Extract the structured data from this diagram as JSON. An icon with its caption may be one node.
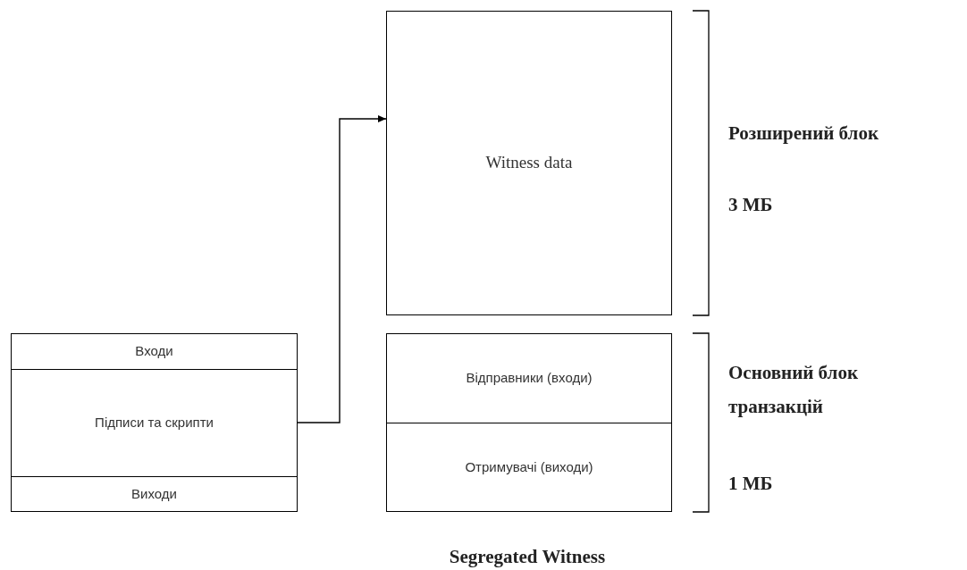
{
  "diagram": {
    "caption": "Segregated Witness",
    "nodes": [
      {
        "text": [],
        "shape": "box"
      },
      {
        "text": [
          "Входи"
        ],
        "in": 0
      },
      {
        "text": [
          "Підписи та скрипти"
        ],
        "in": 0
      },
      {
        "text": [
          "Виходи"
        ],
        "in": 0
      },
      {
        "text": [
          "Witness data"
        ]
      },
      {
        "text": [],
        "shape": "box"
      },
      {
        "text": [
          "Відправники (входи)"
        ],
        "in": 5
      },
      {
        "text": [
          "Отримувачі (виходи)"
        ],
        "in": 5
      }
    ],
    "edges": [
      {
        "from": 2,
        "to": 4,
        "arrow": "to"
      }
    ],
    "labels": [
      "Розширений блок",
      "3 МБ",
      "Основний блок транзакцій",
      "1 МБ"
    ]
  }
}
